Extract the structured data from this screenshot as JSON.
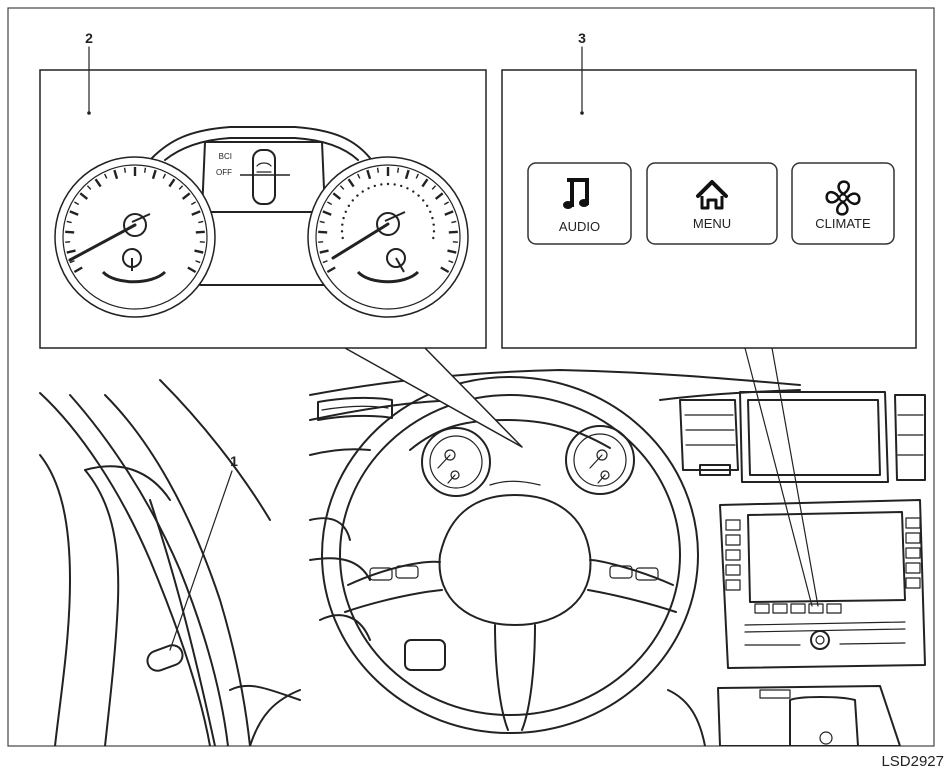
{
  "callouts": {
    "c1": "1",
    "c2": "2",
    "c3": "3"
  },
  "meter": {
    "bci_label": "BCI",
    "off_label": "OFF"
  },
  "buttons": {
    "audio": {
      "label": "AUDIO",
      "icon": "music-note-icon"
    },
    "menu": {
      "label": "MENU",
      "icon": "home-icon"
    },
    "climate": {
      "label": "CLIMATE",
      "icon": "fan-icon"
    }
  },
  "figure_id": "LSD2927"
}
